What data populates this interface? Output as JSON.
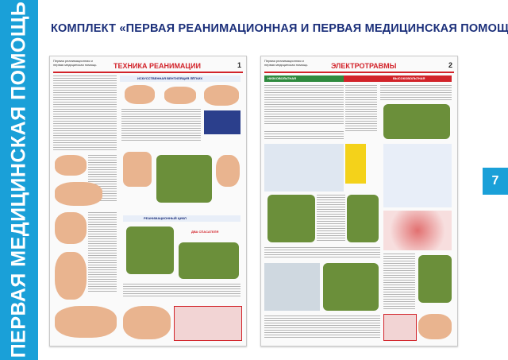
{
  "side_title": "ПЕРВАЯ МЕДИЦИНСКАЯ ПОМОЩЬ",
  "header": {
    "part1": "КОМПЛЕКТ ",
    "part2": "«ПЕРВАЯ РЕАНИМАЦИОННАЯ И ПЕРВАЯ МЕДИЦИНСКАЯ ПОМОЩЬ»"
  },
  "page_number": "7",
  "posters": [
    {
      "subtitle": "Первая реанимационная и первая медицинская помощь",
      "title": "ТЕХНИКА РЕАНИМАЦИИ",
      "number": "1",
      "labels": [
        "ИСКУССТВЕННАЯ ВЕНТИЛЯЦИЯ ЛЁГКИХ",
        "РЕАНИМАЦИОННЫЙ ЦИКЛ",
        "ДВА СПАСАТЕЛЯ"
      ]
    },
    {
      "subtitle": "Первая реанимационная и первая медицинская помощь",
      "title": "ЭЛЕКТРОТРАВМЫ",
      "number": "2",
      "labels": [
        "НИЗКОВОЛЬТНАЯ",
        "ВЫСОКОВОЛЬТНАЯ"
      ]
    }
  ]
}
